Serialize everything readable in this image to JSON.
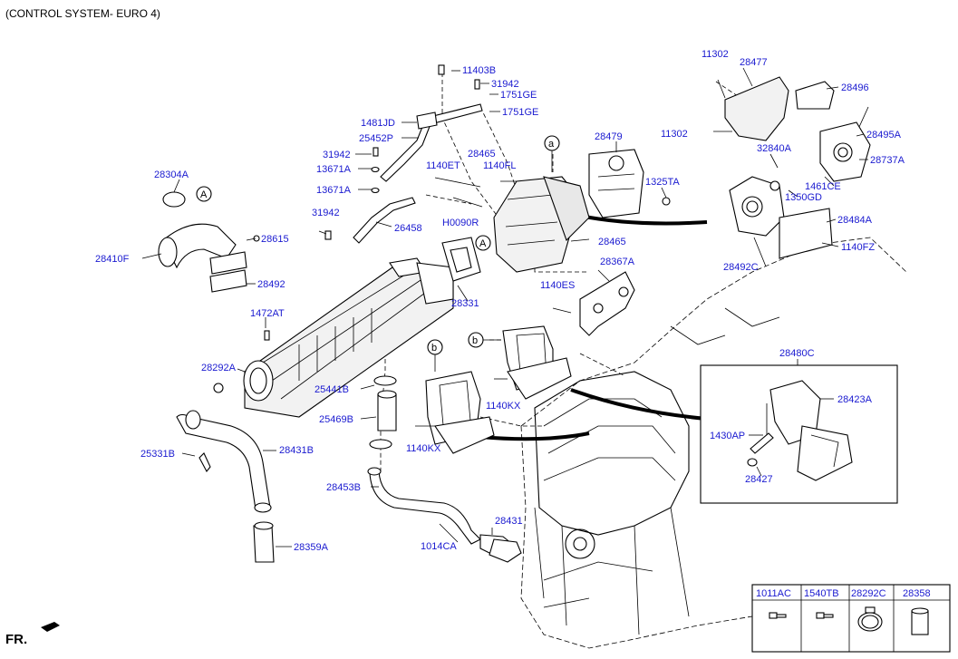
{
  "header": {
    "title": "(CONTROL SYSTEM- EURO 4)"
  },
  "footer": {
    "direction_label": "FR."
  },
  "labels": {
    "l11403B": "11403B",
    "l31942a": "31942",
    "l1751GEa": "1751GE",
    "l1751GEb": "1751GE",
    "l1481JD": "1481JD",
    "l25452P": "25452P",
    "l31942b": "31942",
    "l13671Aa": "13671A",
    "l13671Ab": "13671A",
    "l31942c": "31942",
    "l26458": "26458",
    "l28304A": "28304A",
    "l28615": "28615",
    "l28410F": "28410F",
    "l28492": "28492",
    "l1472AT": "1472AT",
    "l28292A": "28292A",
    "l25331B": "25331B",
    "l28431B": "28431B",
    "l28359A": "28359A",
    "l28465a": "28465",
    "l1140ET": "1140ET",
    "l1140FL": "1140FL",
    "l28479": "28479",
    "lH0090R": "H0090R",
    "l28465b": "28465",
    "l28367A": "28367A",
    "l28331": "28331",
    "l1140ES": "1140ES",
    "l1325TA": "1325TA",
    "l11302a": "11302",
    "l28477": "28477",
    "l28496": "28496",
    "l11302b": "11302",
    "l32840A": "32840A",
    "l28495A": "28495A",
    "l28737A": "28737A",
    "l1461CE": "1461CE",
    "l1350GD": "1350GD",
    "l28484A": "28484A",
    "l28492C": "28492C",
    "l1140FZ": "1140FZ",
    "l25441B": "25441B",
    "l25469B": "25469B",
    "l1140KXa": "1140KX",
    "l1140KXb": "1140KX",
    "l28453B": "28453B",
    "l28431": "28431",
    "l1014CA": "1014CA",
    "l28480C": "28480C",
    "l28423A": "28423A",
    "l1430AP": "1430AP",
    "l28427": "28427"
  },
  "callouts": {
    "a1": "a",
    "A1": "A",
    "A2": "A",
    "b1": "b",
    "b2": "b"
  },
  "legend": {
    "headers": [
      "1011AC",
      "1540TB",
      "28292C",
      "28358"
    ]
  }
}
